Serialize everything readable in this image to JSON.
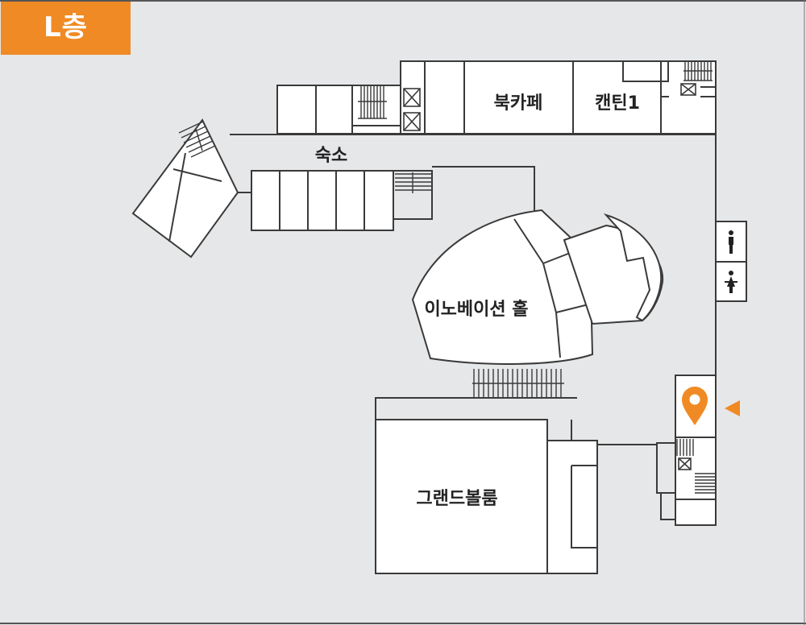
{
  "floor": {
    "label": "L층"
  },
  "rooms": {
    "book_cafe": "북카페",
    "canteen": "캔틴1",
    "dormitory": "숙소",
    "innovation_hall": "이노베이션 홀",
    "grand_ballroom": "그랜드볼룸"
  },
  "icons": {
    "location_marker": "map-pin-icon",
    "location_pointer": "triangle-left-icon",
    "restroom_male": "male-restroom-icon",
    "restroom_female": "female-restroom-icon",
    "elevator": "elevator-icon",
    "stairs": "stairs-icon"
  },
  "colors": {
    "accent": "#f08a24",
    "background": "#e6e7e8",
    "room_fill": "#ffffff",
    "wall": "#3a3a3a",
    "text": "#222222"
  }
}
